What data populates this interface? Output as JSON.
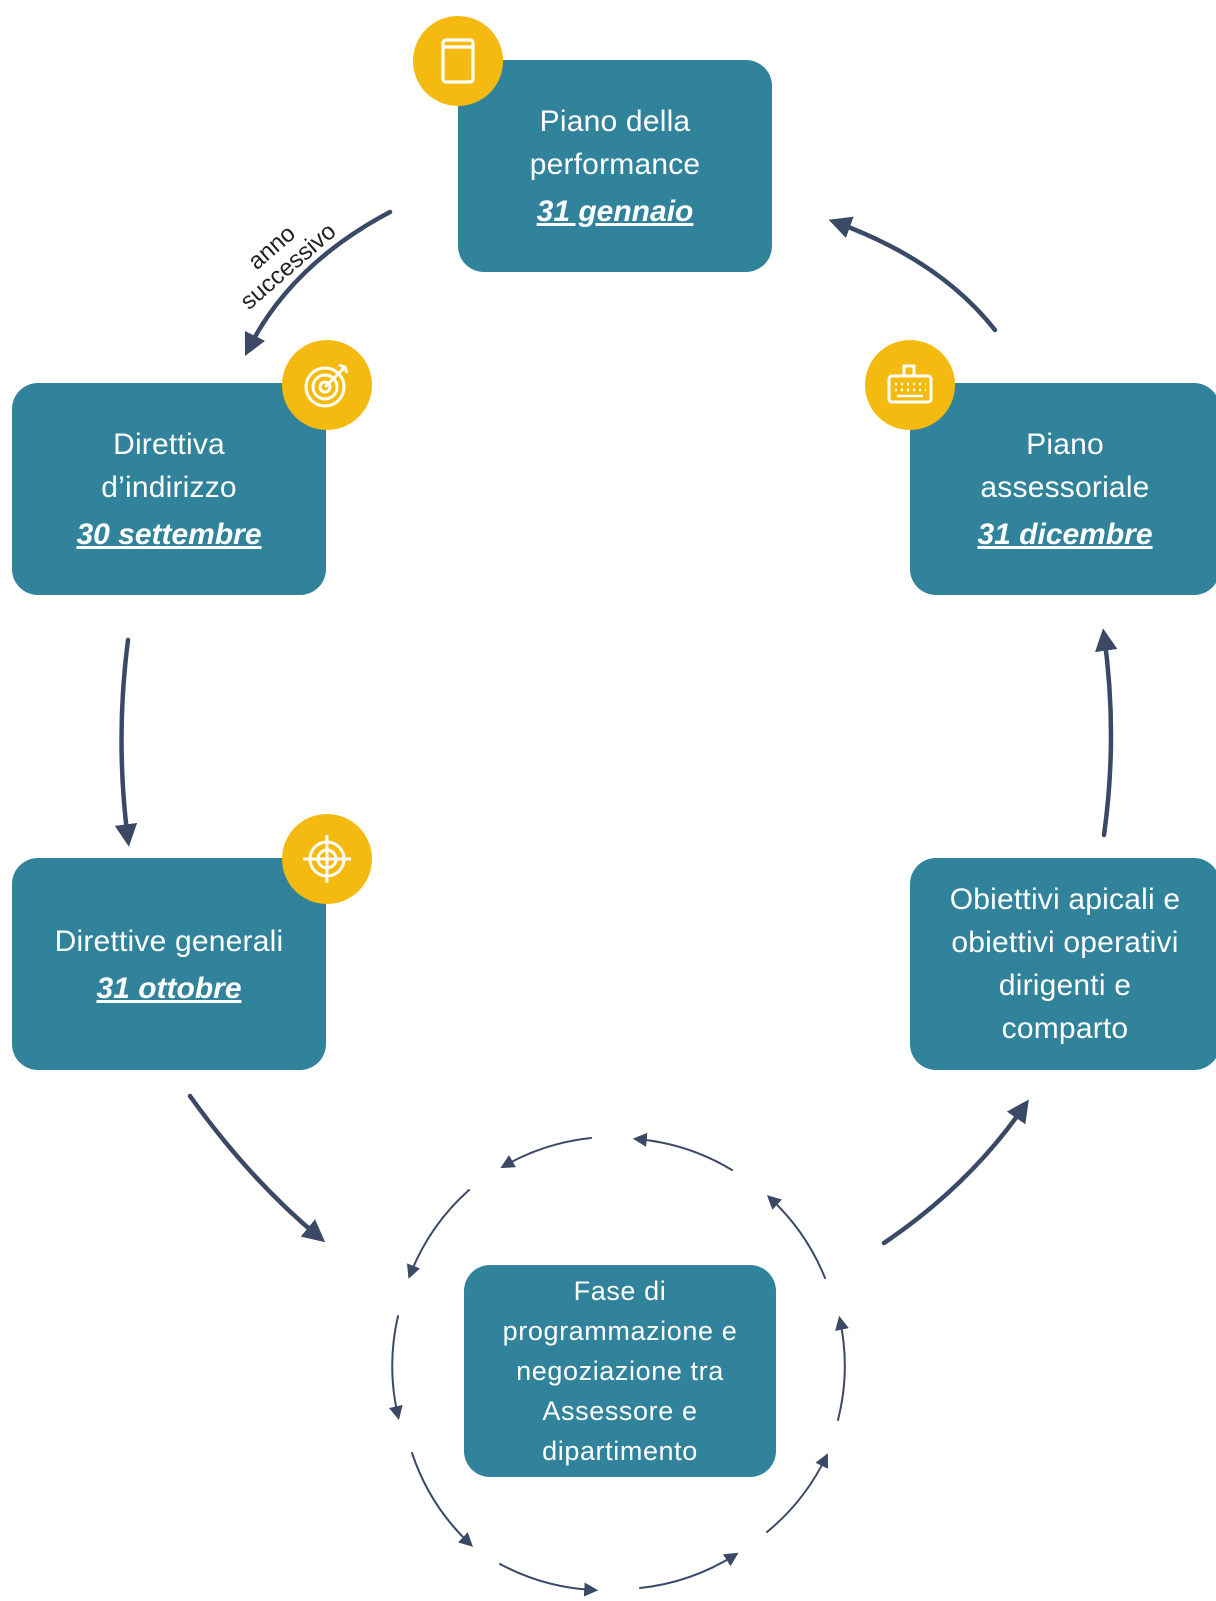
{
  "colors": {
    "box": "#31829B",
    "badge": "#F5BA0F",
    "arrow": "#3A4A66"
  },
  "nodes": {
    "piano_performance": {
      "title": "Piano della\nperformance",
      "date": "31 gennaio",
      "icon": "document-icon"
    },
    "direttiva_indirizzo": {
      "title": "Direttiva\nd’indirizzo",
      "date": "30 settembre",
      "icon": "target-arrow-icon"
    },
    "piano_assessoriale": {
      "title": "Piano\nassessoriale",
      "date": "31 dicembre",
      "icon": "keyboard-icon"
    },
    "direttive_generali": {
      "title": "Direttive generali",
      "date": "31 ottobre",
      "icon": "crosshair-icon"
    },
    "obiettivi": {
      "title": "Obiettivi apicali e\nobiettivi operativi\ndirigenti e\ncomparto"
    },
    "fase": {
      "title": "Fase di\nprogrammazione e\nnegoziazione tra\nAssessore e\ndipartimento"
    }
  },
  "edge_label": {
    "line1": "anno",
    "line2": "successivo"
  }
}
